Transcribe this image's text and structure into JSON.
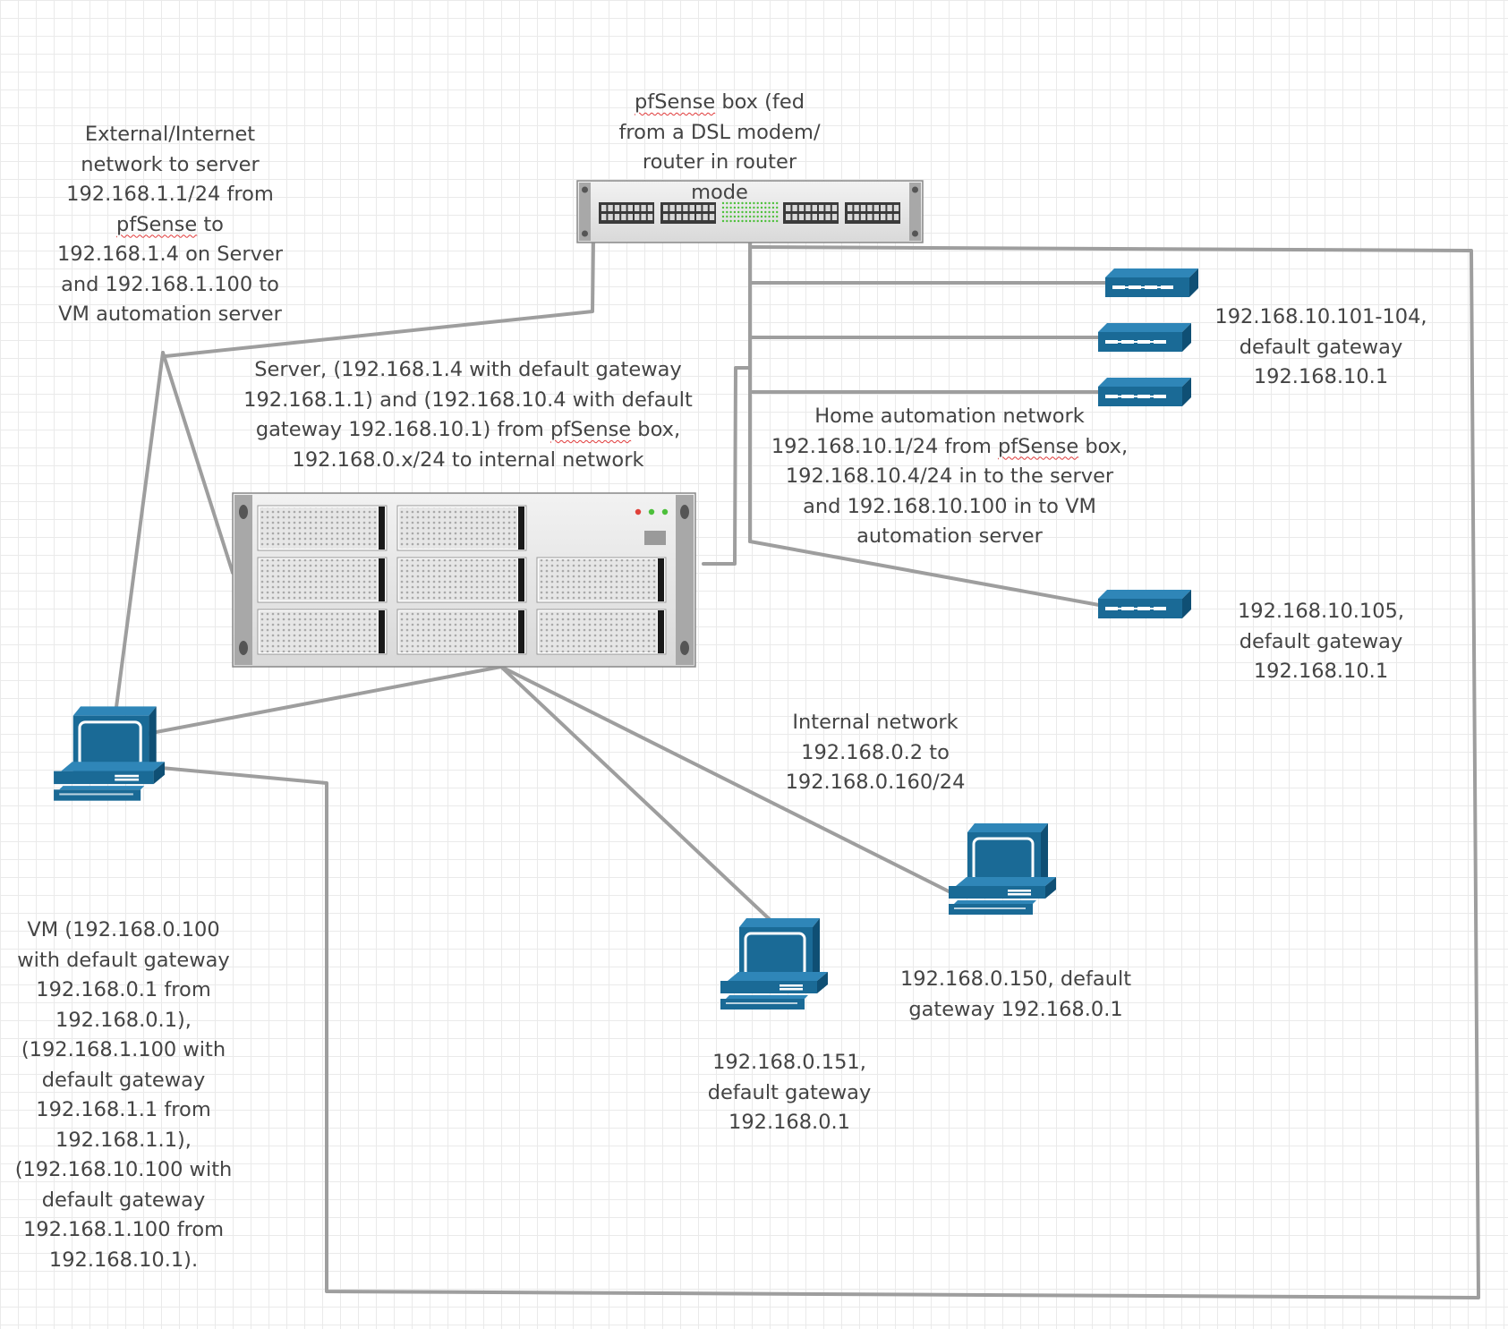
{
  "colors": {
    "device_blue": "#1a6a96",
    "device_blue_dark": "#0f4f74",
    "device_blue_light": "#2f86b8",
    "wire": "#9e9e9e",
    "label_text": "#444444",
    "spellcheck": "#e03a3a"
  },
  "icons": {
    "pfsense": "rack-switch-icon",
    "server": "rack-server-icon",
    "vm": "workstation-icon",
    "hub": "network-hub-icon"
  },
  "labels": {
    "pfsense": {
      "pre": "",
      "squig": "pfSense",
      "post": " box (fed\nfrom a DSL modem/\nrouter in router\nmode"
    },
    "external": {
      "pre": "External/Internet\nnetwork to server\n192.168.1.1/24 from\n",
      "squig": "pfSense",
      "post": " to\n192.168.1.4 on Server\nand 192.168.1.100 to\nVM automation server"
    },
    "server": {
      "pre": "Server, (192.168.1.4 with default gateway\n192.168.1.1) and (192.168.10.4 with default\ngateway 192.168.10.1) from ",
      "squig": "pfSense",
      "post": " box,\n192.168.0.x/24 to internal network"
    },
    "home_auto": {
      "pre": "Home automation network\n192.168.10.1/24 from ",
      "squig": "pfSense",
      "post": " box,\n192.168.10.4/24 in to the server\nand 192.168.10.100 in to VM\nautomation server"
    },
    "hubs_top": "192.168.10.101-104,\ndefault gateway\n192.168.10.1",
    "hub_bottom": "192.168.10.105,\ndefault gateway\n192.168.10.1",
    "internal": "Internal network\n192.168.0.2 to\n192.168.0.160/24",
    "vm": "VM (192.168.0.100\nwith default gateway\n192.168.0.1 from\n192.168.0.1),\n(192.168.1.100 with\ndefault gateway\n192.168.1.1 from\n192.168.1.1),\n(192.168.10.100 with\ndefault gateway\n192.168.1.100 from\n192.168.10.1).",
    "pc150": "192.168.0.150, default\ngateway 192.168.0.1",
    "pc151": "192.168.0.151,\ndefault gateway\n192.168.0.1"
  }
}
